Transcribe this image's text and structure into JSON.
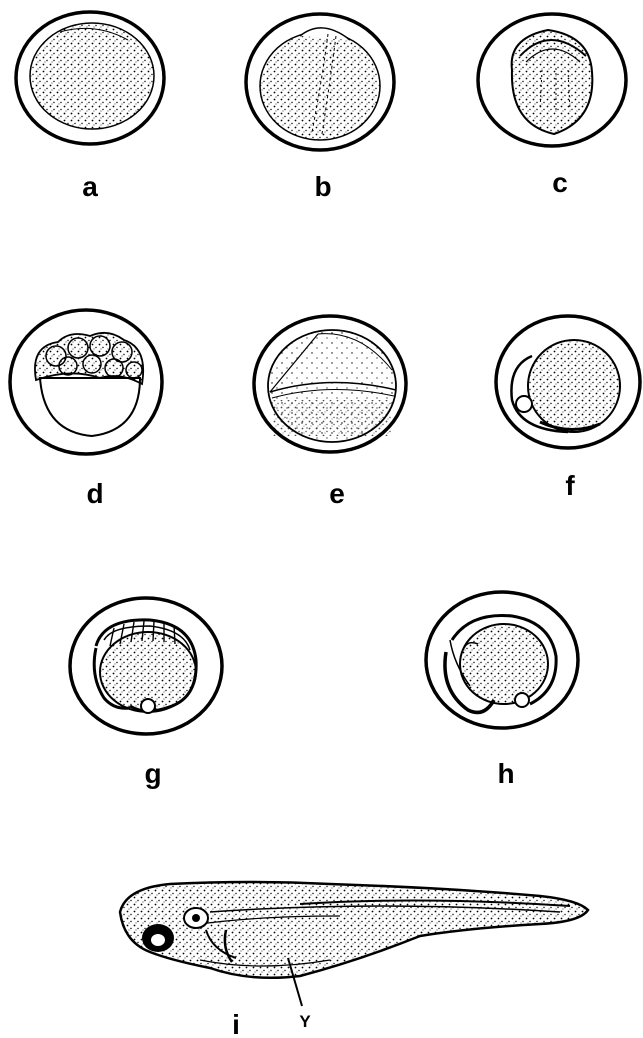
{
  "figure": {
    "panels": [
      {
        "id": "a",
        "label": "a"
      },
      {
        "id": "b",
        "label": "b"
      },
      {
        "id": "c",
        "label": "c"
      },
      {
        "id": "d",
        "label": "d"
      },
      {
        "id": "e",
        "label": "e"
      },
      {
        "id": "f",
        "label": "f"
      },
      {
        "id": "g",
        "label": "g"
      },
      {
        "id": "h",
        "label": "h"
      },
      {
        "id": "i",
        "label": "i"
      }
    ],
    "annotations": {
      "yolk_pointer": "Y"
    },
    "colors": {
      "ink": "#000000",
      "paper": "#ffffff"
    }
  }
}
